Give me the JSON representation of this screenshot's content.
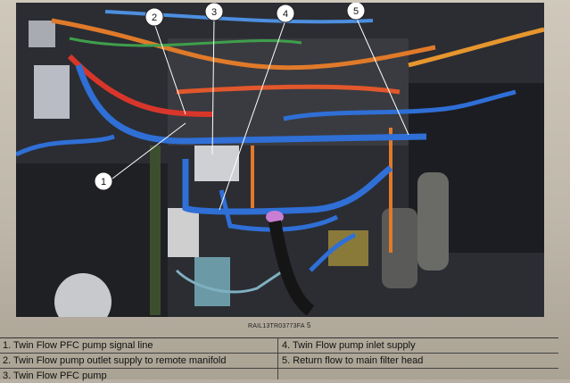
{
  "callouts": [
    "1",
    "2",
    "3",
    "4",
    "5"
  ],
  "figure_code": "RAIL13TR03773FA",
  "figure_number": "5",
  "legend": {
    "rows": [
      {
        "left": "1. Twin Flow PFC pump signal line",
        "right": "4. Twin Flow pump inlet supply"
      },
      {
        "left": "2. Twin Flow pump outlet supply to remote manifold",
        "right": "5. Return flow to main filter head"
      },
      {
        "left": "3. Twin Flow PFC pump",
        "right": ""
      }
    ]
  },
  "colors": {
    "blue_lines": "#2f6fd6",
    "orange_lines": "#e07a2a",
    "red_lines": "#d8362b",
    "frame": "#2a2c31"
  }
}
